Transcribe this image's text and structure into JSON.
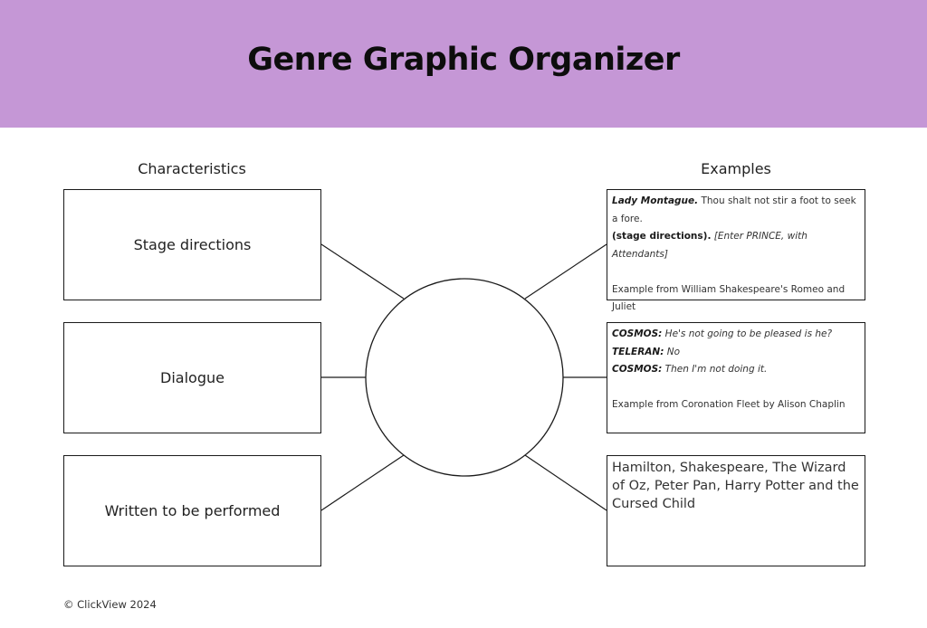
{
  "header": {
    "title": "Genre Graphic Organizer",
    "background_color": "#c597d6"
  },
  "headings": {
    "characteristics": "Characteristics",
    "examples": "Examples"
  },
  "characteristics": [
    "Stage directions",
    "Dialogue",
    "Written to be performed"
  ],
  "examples": {
    "ex1": {
      "line1_speaker": "Lady Montague.",
      "line1_text": " Thou shalt not stir a foot to seek a fore.",
      "line2_label": "(stage directions).",
      "line2_text": " [Enter PRINCE, with Attendants]",
      "source": "Example from William Shakespeare's Romeo and Juliet"
    },
    "ex2": {
      "line1_speaker": "COSMOS:",
      "line1_text": " He's not going to be pleased is he?",
      "line2_speaker": "TELERAN:",
      "line2_text": " No",
      "line3_speaker": "COSMOS:",
      "line3_text": " Then I'm not doing it.",
      "source": "Example from Coronation Fleet by Alison Chaplin"
    },
    "ex3": {
      "text": "Hamilton, Shakespeare, The Wizard of Oz, Peter Pan, Harry Potter and the Cursed Child"
    }
  },
  "footer": {
    "copyright": "© ClickView 2024"
  }
}
